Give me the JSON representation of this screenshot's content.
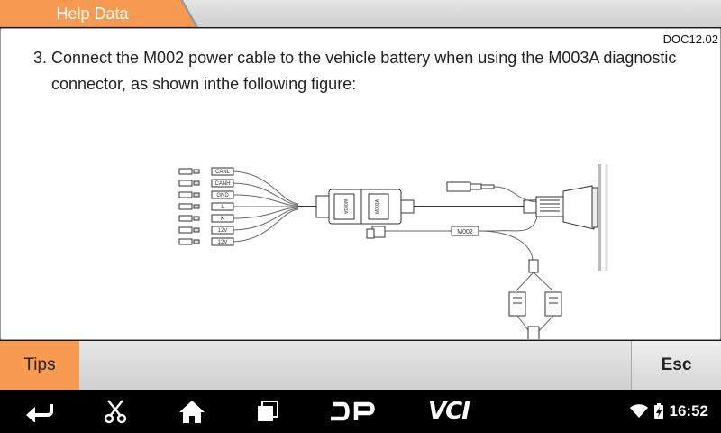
{
  "header": {
    "title": "Help Data",
    "tab_color": "#f79a52"
  },
  "content": {
    "doc_code": "DOC12.02",
    "step_number": "3.",
    "step_text": "Connect the M002 power cable to the vehicle battery when using the M003A diagnostic connector, as shown inthe following figure:"
  },
  "figure": {
    "pin_labels": [
      "CANL",
      "CANH",
      "GND",
      "L",
      "K",
      "12V",
      "12V"
    ],
    "adapter_label_1": "M003A",
    "adapter_label_2": "M003A",
    "cable_label": "M002"
  },
  "actions": {
    "tips_label": "Tips",
    "esc_label": "Esc",
    "tips_color": "#f79a52"
  },
  "navbar": {
    "icons": [
      "back-icon",
      "scissors-icon",
      "home-icon",
      "recent-apps-icon",
      "dp-icon",
      "vci-icon"
    ],
    "dp_label": "DP",
    "vci_label": "VCI",
    "time": "16:52"
  }
}
